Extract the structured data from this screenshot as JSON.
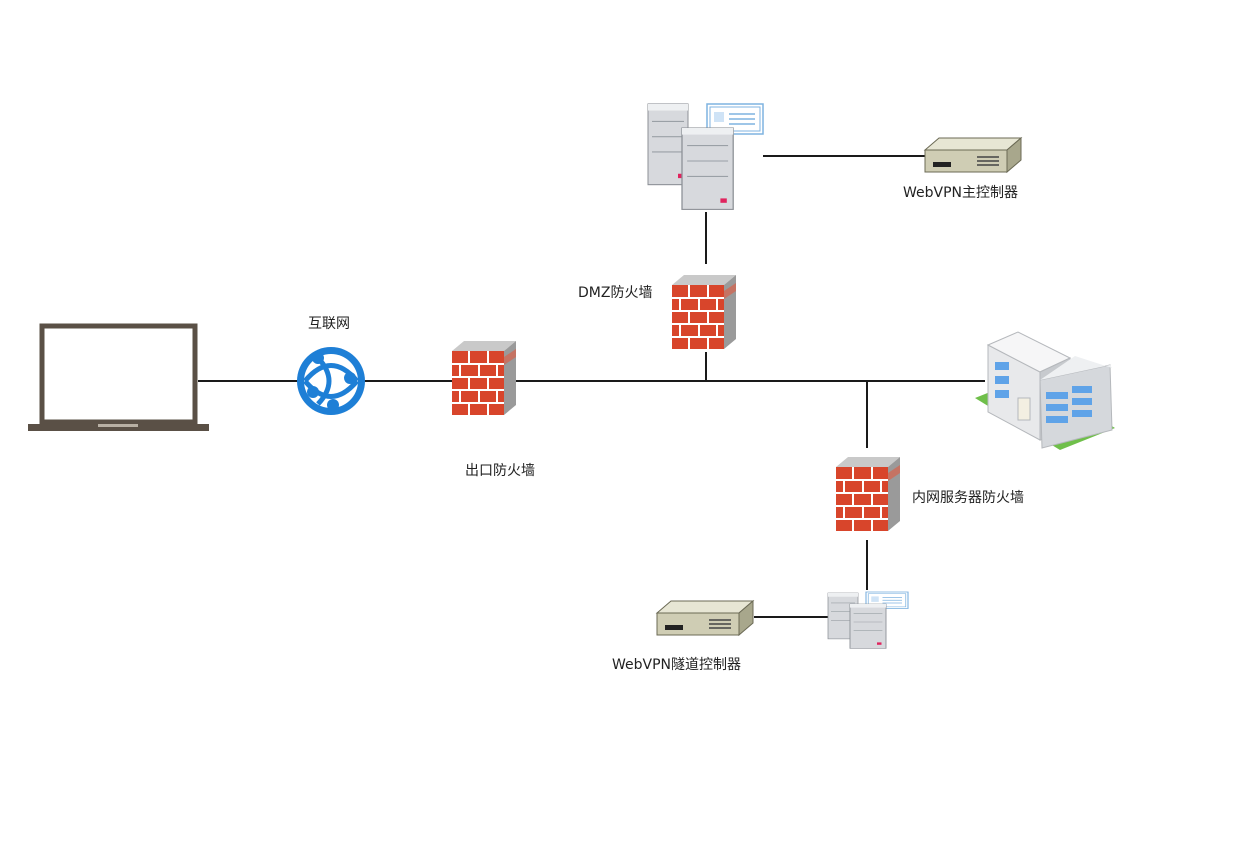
{
  "nodes": {
    "internet": {
      "label": "互联网",
      "icon": "globe-icon"
    },
    "exit_firewall": {
      "label": "出口防火墙",
      "icon": "firewall-icon"
    },
    "dmz_firewall": {
      "label": "DMZ防火墙",
      "icon": "firewall-icon"
    },
    "internal_firewall": {
      "label": "内网服务器防火墙",
      "icon": "firewall-icon"
    },
    "webvpn_main_controller": {
      "label": "WebVPN主控制器",
      "icon": "network-appliance-icon"
    },
    "webvpn_tunnel_controller": {
      "label": "WebVPN隧道控制器",
      "icon": "network-appliance-icon"
    },
    "laptop": {
      "icon": "laptop-icon"
    },
    "dmz_servers": {
      "icon": "server-certificate-icon"
    },
    "internal_servers": {
      "icon": "server-certificate-icon"
    },
    "office_building": {
      "icon": "office-building-icon"
    }
  },
  "colors": {
    "line": "#1a1a1a",
    "brick": "#d8452b",
    "globe": "#1e7fd6",
    "laptop": "#5a5046"
  }
}
